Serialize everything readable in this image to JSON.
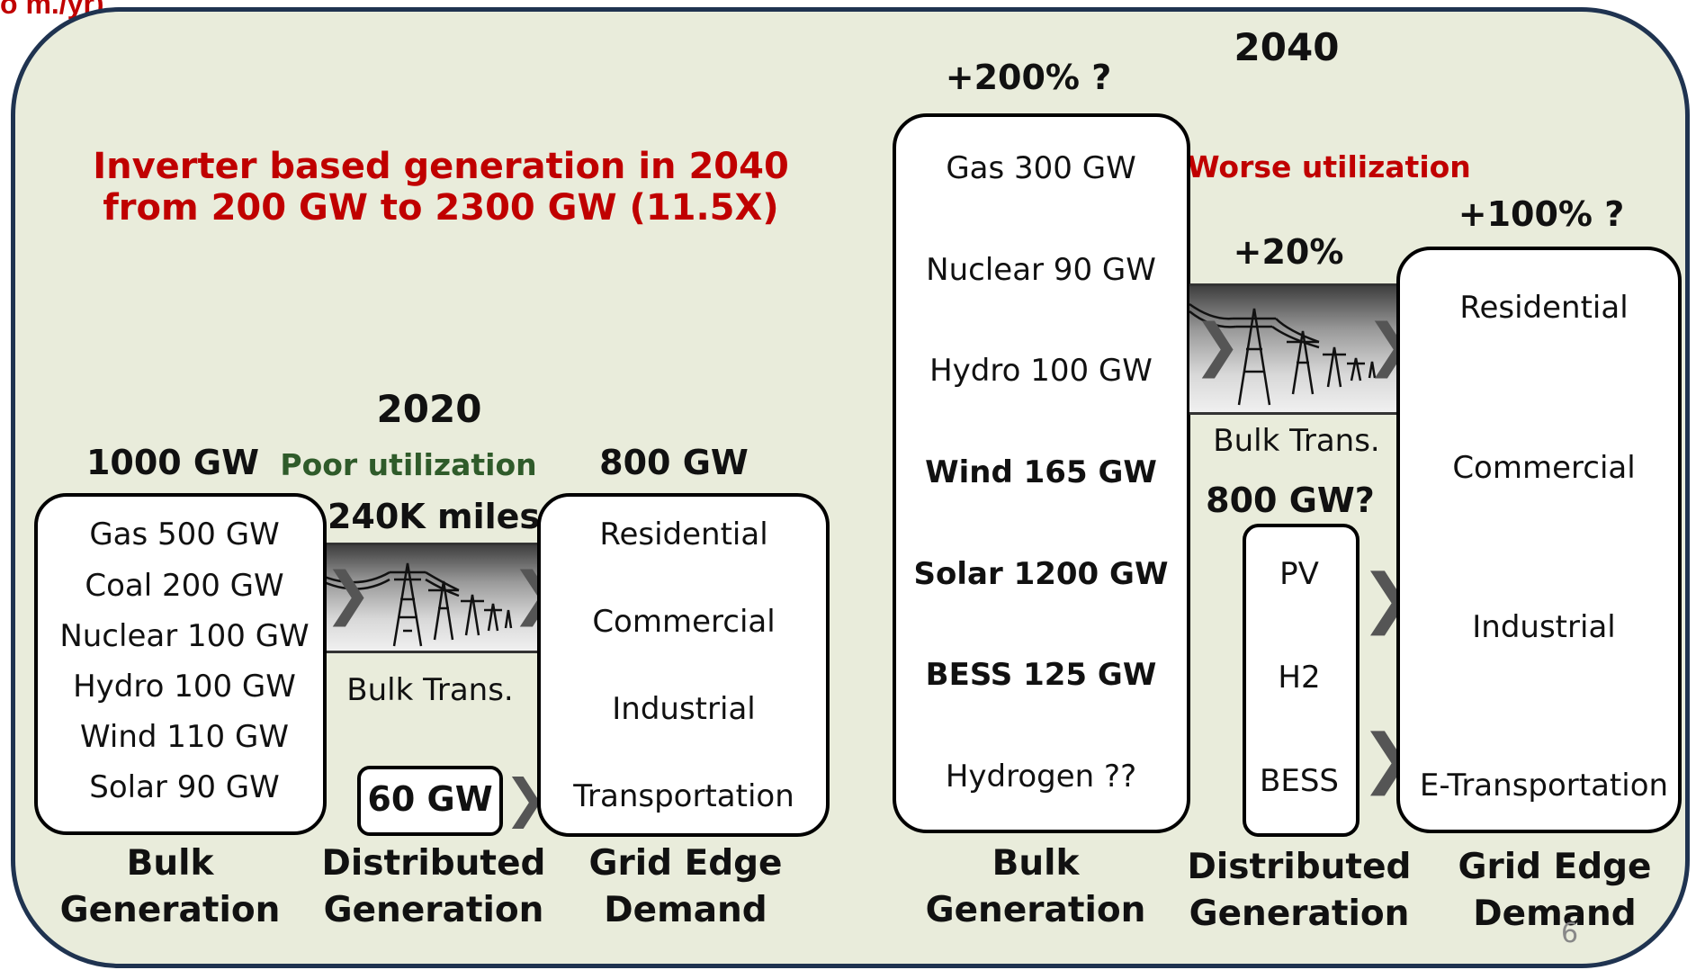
{
  "top_cut_text": "o m./yr)",
  "headline": {
    "line1": "Inverter based generation in 2040",
    "line2": "from 200 GW to 2300 GW (11.5X)"
  },
  "y2020": {
    "year": "2020",
    "bulk_total": "1000 GW",
    "utilization": "Poor utilization",
    "transmission_miles": "240K miles",
    "demand_total": "800 GW",
    "bulk_items": [
      "Gas 500 GW",
      "Coal 200 GW",
      "Nuclear 100 GW",
      "Hydro 100 GW",
      "Wind 110 GW",
      "Solar 90 GW"
    ],
    "bulk_trans_label": "Bulk Trans.",
    "distributed_value": "60 GW",
    "demand_items": [
      "Residential",
      "Commercial",
      "Industrial",
      "Transportation"
    ],
    "footer": {
      "bulk": [
        "Bulk",
        "Generation"
      ],
      "distributed": [
        "Distributed",
        "Generation"
      ],
      "demand": [
        "Grid Edge",
        "Demand"
      ]
    }
  },
  "y2040": {
    "year": "2040",
    "bulk_change": "+200% ?",
    "utilization": "Worse utilization",
    "trans_change": "+20%",
    "demand_change": "+100% ?",
    "bulk_items": [
      "Gas 300 GW",
      "Nuclear 90 GW",
      "Hydro 100 GW",
      "Wind 165 GW",
      "Solar 1200 GW",
      "BESS 125 GW",
      "Hydrogen ??"
    ],
    "bulk_trans_label": "Bulk Trans.",
    "distributed_total": "800 GW?",
    "distributed_items": [
      "PV",
      "H2",
      "BESS"
    ],
    "demand_items": [
      "Residential",
      "Commercial",
      "Industrial",
      "E-Transportation"
    ],
    "footer": {
      "bulk": [
        "Bulk",
        "Generation"
      ],
      "distributed": [
        "Distributed",
        "Generation"
      ],
      "demand": [
        "Grid Edge",
        "Demand"
      ]
    }
  },
  "page_number": "6"
}
